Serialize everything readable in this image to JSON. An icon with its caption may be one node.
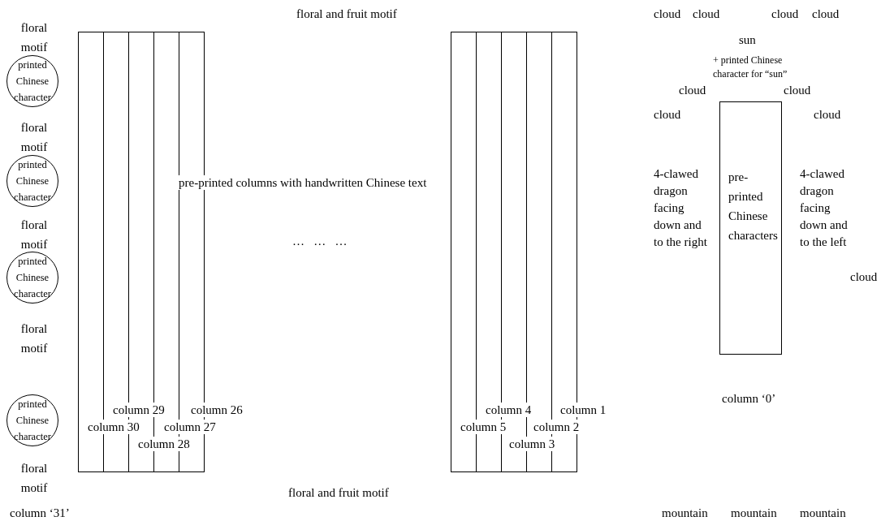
{
  "diagram": {
    "nodes": [
      {
        "text": [
          "printed Chinese character"
        ]
      },
      {
        "text": [
          "printed Chinese character"
        ]
      },
      {
        "text": [
          "printed Chinese character"
        ]
      },
      {
        "text": [
          "printed Chinese character"
        ]
      },
      {
        "text": [],
        "shape": "box"
      },
      {
        "text": [],
        "shape": "box"
      },
      {
        "text": [],
        "shape": "box"
      },
      {
        "text": [],
        "shape": "box"
      },
      {
        "text": [],
        "shape": "box"
      },
      {
        "text": [],
        "shape": "box"
      },
      {
        "text": [],
        "shape": "box"
      },
      {
        "text": [],
        "shape": "box"
      },
      {
        "text": [],
        "shape": "box"
      },
      {
        "text": [],
        "shape": "box"
      },
      {
        "text": [
          "pre-printed Chinese characters"
        ]
      }
    ],
    "labels": [
      "floral motif",
      "floral and fruit motif",
      "cloud",
      "cloud",
      "cloud",
      "cloud",
      "sun",
      "+ printed Chinese character for “sun”",
      "cloud",
      "cloud",
      "cloud",
      "cloud",
      "floral motif",
      "floral motif",
      "pre-printed columns with handwritten Chinese text",
      "4-clawed dragon facing down and to the right",
      "4-clawed dragon facing down and to the left",
      "…   …   …",
      "cloud",
      "floral motif",
      "column ‘0’",
      "column 29",
      "column 26",
      "column 4",
      "column 1",
      "column 30",
      "column 27",
      "column 5",
      "column 2",
      "column 28",
      "column 3",
      "floral motif",
      "floral and fruit motif",
      "column ‘31’",
      "mountain",
      "mountain",
      "mountain"
    ]
  }
}
